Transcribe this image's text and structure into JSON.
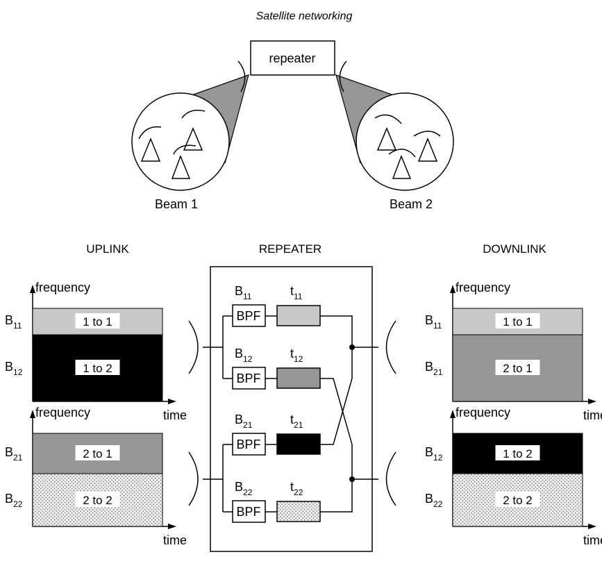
{
  "title": "Satellite networking",
  "repeater_box_label": "repeater",
  "beams": {
    "beam1": "Beam 1",
    "beam2": "Beam 2"
  },
  "sections": {
    "uplink": "UPLINK",
    "repeater": "REPEATER",
    "downlink": "DOWNLINK"
  },
  "axis": {
    "y": "frequency",
    "x": "time"
  },
  "colors": {
    "light": "#c8c8c8",
    "mid": "#969696",
    "dark": "#000000",
    "dotted": "#ebebeb"
  },
  "uplink_charts": [
    {
      "bands": [
        {
          "label_main": "B",
          "label_sub": "11",
          "text": "1 to 1",
          "fill": "light"
        },
        {
          "label_main": "B",
          "label_sub": "12",
          "text": "1 to 2",
          "fill": "dark"
        }
      ]
    },
    {
      "bands": [
        {
          "label_main": "B",
          "label_sub": "21",
          "text": "2 to 1",
          "fill": "mid"
        },
        {
          "label_main": "B",
          "label_sub": "22",
          "text": "2 to 2",
          "fill": "dotted"
        }
      ]
    }
  ],
  "downlink_charts": [
    {
      "bands": [
        {
          "label_main": "B",
          "label_sub": "11",
          "text": "1 to 1",
          "fill": "light"
        },
        {
          "label_main": "B",
          "label_sub": "21",
          "text": "2 to 1",
          "fill": "mid"
        }
      ]
    },
    {
      "bands": [
        {
          "label_main": "B",
          "label_sub": "12",
          "text": "1 to 2",
          "fill": "dark"
        },
        {
          "label_main": "B",
          "label_sub": "22",
          "text": "2 to 2",
          "fill": "dotted"
        }
      ]
    }
  ],
  "repeater_rows": [
    {
      "filter_main": "B",
      "filter_sub": "11",
      "filter_text": "BPF",
      "timer_main": "t",
      "timer_sub": "11",
      "fill": "light"
    },
    {
      "filter_main": "B",
      "filter_sub": "12",
      "filter_text": "BPF",
      "timer_main": "t",
      "timer_sub": "12",
      "fill": "mid"
    },
    {
      "filter_main": "B",
      "filter_sub": "21",
      "filter_text": "BPF",
      "timer_main": "t",
      "timer_sub": "21",
      "fill": "dark"
    },
    {
      "filter_main": "B",
      "filter_sub": "22",
      "filter_text": "BPF",
      "timer_main": "t",
      "timer_sub": "22",
      "fill": "dotted"
    }
  ]
}
